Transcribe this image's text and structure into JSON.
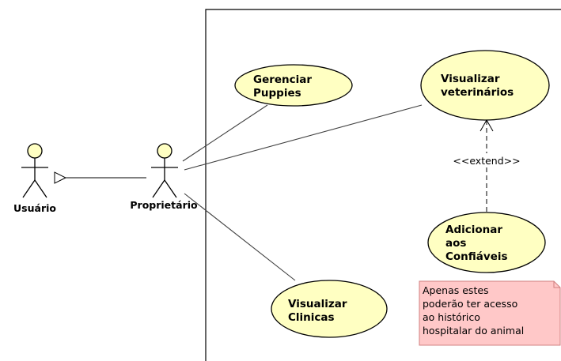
{
  "colors": {
    "use_case_fill": "#ffffc2",
    "actor_fill": "#ffffc2",
    "note_fill": "#ffc8c8",
    "note_border": "#d08080",
    "line": "#000000",
    "association_line": "#404040"
  },
  "actors": {
    "usuario": {
      "name": "Usuário"
    },
    "proprietario": {
      "name": "Proprietário"
    }
  },
  "use_cases": {
    "gerenciar_puppies": {
      "line1": "Gerenciar",
      "line2": "Puppies"
    },
    "visualizar_veterinarios": {
      "line1": "Visualizar",
      "line2": "veterinários"
    },
    "adicionar_confiaveis": {
      "line1": "Adicionar",
      "line2": "aos",
      "line3": "Confiáveis"
    },
    "visualizar_clinicas": {
      "line1": "Visualizar",
      "line2": "Clinicas"
    }
  },
  "relationships": {
    "extend_label": "<<extend>>"
  },
  "note": {
    "line1": "Apenas estes",
    "line2": "poderão ter acesso",
    "line3": "ao histórico",
    "line4": "hospitalar do animal"
  }
}
